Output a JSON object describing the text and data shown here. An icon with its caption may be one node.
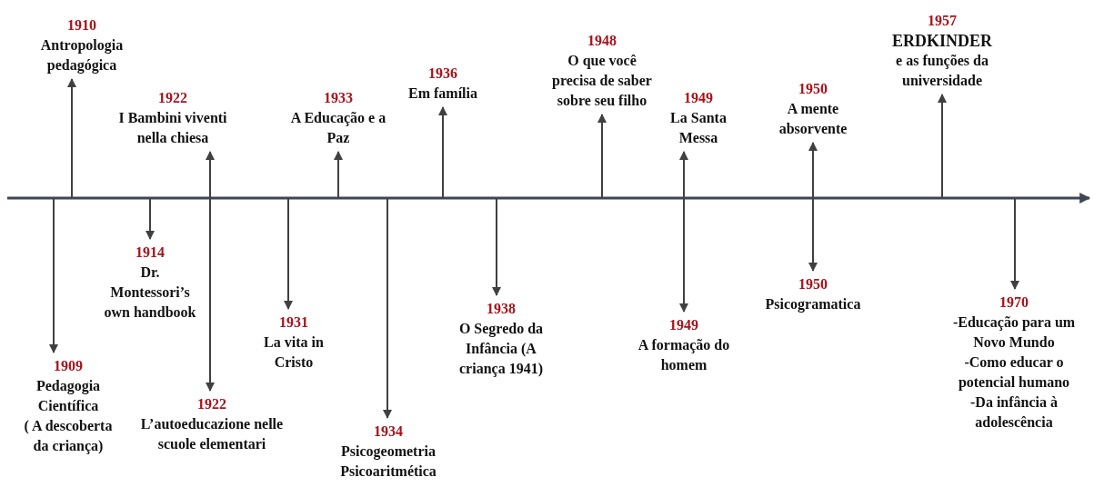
{
  "diagram": {
    "nodes": [
      {
        "text": [
          "1909",
          "Pedagogia Científica",
          "( A descoberta da criança)"
        ]
      },
      {
        "text": [
          "1910",
          "Antropologia pedagógica"
        ]
      },
      {
        "text": [
          "1914",
          "Dr. Montessori’s own handbook"
        ]
      },
      {
        "text": [
          "1922",
          "I Bambini viventi nella chiesa"
        ]
      },
      {
        "text": [
          "1922",
          "L’autoeducazione nelle scuole elementari"
        ]
      },
      {
        "text": [
          "1931",
          "La vita in Cristo"
        ]
      },
      {
        "text": [
          "1933",
          "A Educação e a Paz"
        ]
      },
      {
        "text": [
          "1934",
          "Psicogeometria Psicoaritmética"
        ]
      },
      {
        "text": [
          "1936",
          "Em família"
        ]
      },
      {
        "text": [
          "1938",
          "O Segredo da Infância (A criança 1941)"
        ]
      },
      {
        "text": [
          "1948",
          "O que você precisa de saber sobre seu filho"
        ]
      },
      {
        "text": [
          "1949",
          "La Santa Messa"
        ]
      },
      {
        "text": [
          "1949",
          "A formação do homem"
        ]
      },
      {
        "text": [
          "1950",
          "A mente absorvente"
        ]
      },
      {
        "text": [
          "1950",
          "Psicogramatica"
        ]
      },
      {
        "text": [
          "1957",
          "ERDKINDER",
          "e as funções da universidade"
        ]
      },
      {
        "text": [
          "1970",
          "-Educação para um Novo Mundo",
          "-Como educar o potencial humano",
          "-Da infância à adolescência"
        ]
      }
    ],
    "edges": [
      {
        "from": null,
        "to": 0,
        "arrow": "to"
      },
      {
        "from": null,
        "to": 1,
        "arrow": "to"
      },
      {
        "from": null,
        "to": 2,
        "arrow": "to"
      },
      {
        "from": null,
        "to": 3,
        "arrow": "to"
      },
      {
        "from": null,
        "to": 4,
        "arrow": "to"
      },
      {
        "from": null,
        "to": 5,
        "arrow": "to"
      },
      {
        "from": null,
        "to": 6,
        "arrow": "to"
      },
      {
        "from": null,
        "to": 7,
        "arrow": "to"
      },
      {
        "from": null,
        "to": 8,
        "arrow": "to"
      },
      {
        "from": null,
        "to": 9,
        "arrow": "to"
      },
      {
        "from": null,
        "to": 10,
        "arrow": "to"
      },
      {
        "from": null,
        "to": 11,
        "arrow": "to"
      },
      {
        "from": null,
        "to": 12,
        "arrow": "to"
      },
      {
        "from": null,
        "to": 13,
        "arrow": "to"
      },
      {
        "from": null,
        "to": 14,
        "arrow": "to"
      },
      {
        "from": null,
        "to": 15,
        "arrow": "to"
      },
      {
        "from": null,
        "to": 16,
        "arrow": "to"
      }
    ]
  }
}
